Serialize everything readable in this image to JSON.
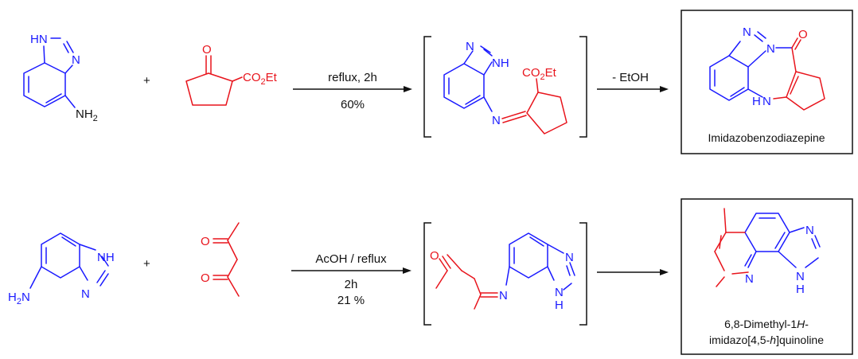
{
  "colors": {
    "reactant_a": "#1a1aff",
    "reactant_b": "#e8141c",
    "ink": "#111111"
  },
  "reaction1": {
    "sm1": {
      "nh_top": "HN",
      "n_ring": "N",
      "amine": "NH",
      "amine_sub": "2"
    },
    "plus": "+",
    "sm2": {
      "ketone_o": "O",
      "ester_pre": "CO",
      "ester_sub": "2",
      "ester_post": "Et"
    },
    "arrow1": {
      "above": "reflux, 2h",
      "below": "60%"
    },
    "intermediate": {
      "n_top": "N",
      "nh": "NH",
      "ester_pre": "CO",
      "ester_sub": "2",
      "ester_post": "Et",
      "imine_n": "N"
    },
    "arrow2": {
      "above": "- EtOH"
    },
    "product": {
      "n_top": "N",
      "n_ring": "N",
      "o": "O",
      "nh": "N",
      "h": "H",
      "name": "Imidazobenzodiazepine"
    }
  },
  "reaction2": {
    "sm1": {
      "nh": "NH",
      "n": "N",
      "amine_pre": "H",
      "amine_sub": "2",
      "amine_post": "N"
    },
    "plus": "+",
    "sm2": {
      "o1": "O",
      "o2": "O"
    },
    "arrow1": {
      "above": "AcOH / reflux",
      "below1": "2h",
      "below2": "21 %"
    },
    "intermediate": {
      "o": "O",
      "imine_n": "N",
      "n_top": "N",
      "nh_n": "N",
      "nh_h": "H"
    },
    "product": {
      "n_top": "N",
      "n_py": "N",
      "nh_n": "N",
      "nh_h": "H",
      "name_line1": "6,8-Dimethyl-1",
      "name_italic1": "H",
      "name_dash": "-",
      "name_line2a": "imidazo[4,5-",
      "name_italic2": "h",
      "name_line2b": "]quinoline"
    }
  }
}
